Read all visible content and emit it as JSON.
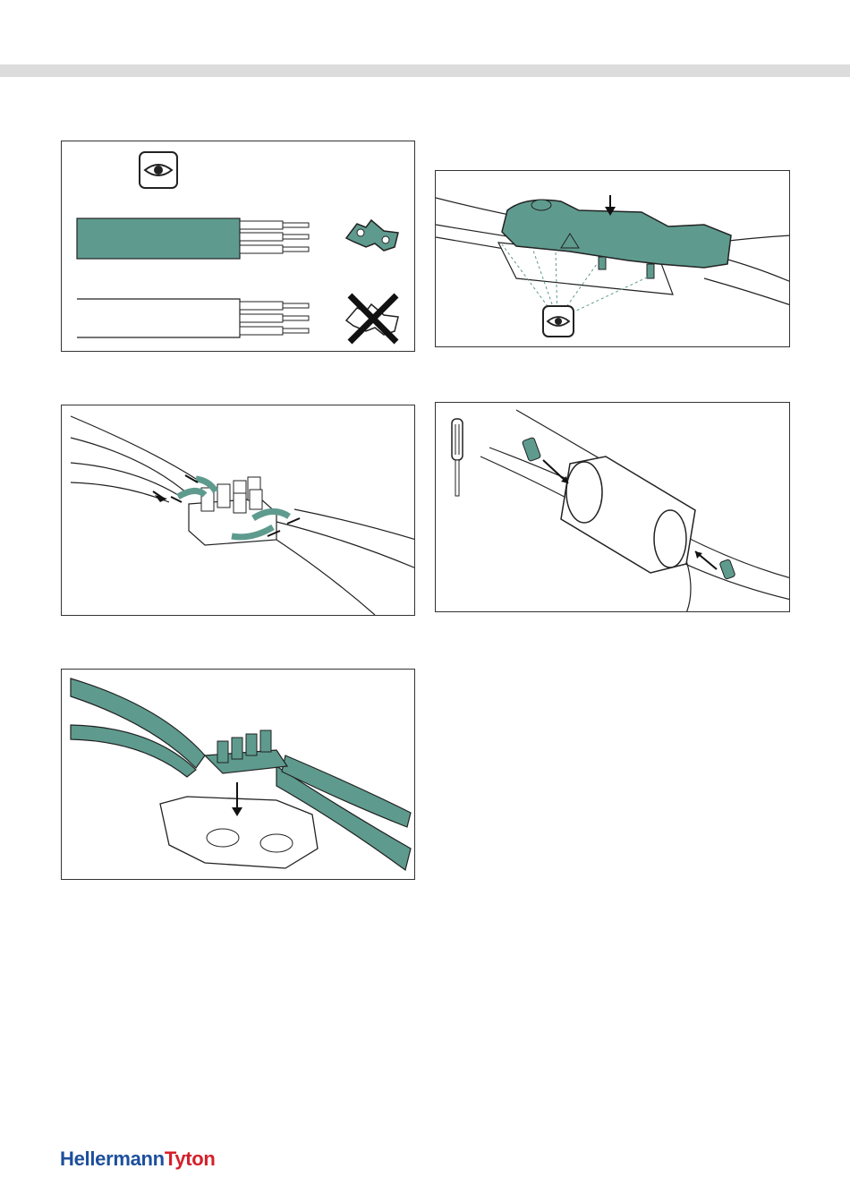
{
  "colors": {
    "accent": "#5e9b8e",
    "line": "#222222",
    "topbar": "#dcdcdc",
    "brand_blue": "#1d4f9c",
    "brand_red": "#d4202a"
  },
  "panels": [
    {
      "id": "p1",
      "icons": [
        "eye-icon",
        "cross-icon"
      ]
    },
    {
      "id": "p2",
      "icons": [
        "eye-icon",
        "arrow-down-icon"
      ]
    },
    {
      "id": "p3",
      "icons": [
        "arrow-icon"
      ]
    },
    {
      "id": "p4",
      "icons": [
        "screwdriver-icon",
        "arrow-icon"
      ]
    },
    {
      "id": "p5",
      "icons": [
        "arrow-down-icon"
      ]
    }
  ],
  "logo": {
    "part1": "Hellermann",
    "part2": "Tyton"
  }
}
